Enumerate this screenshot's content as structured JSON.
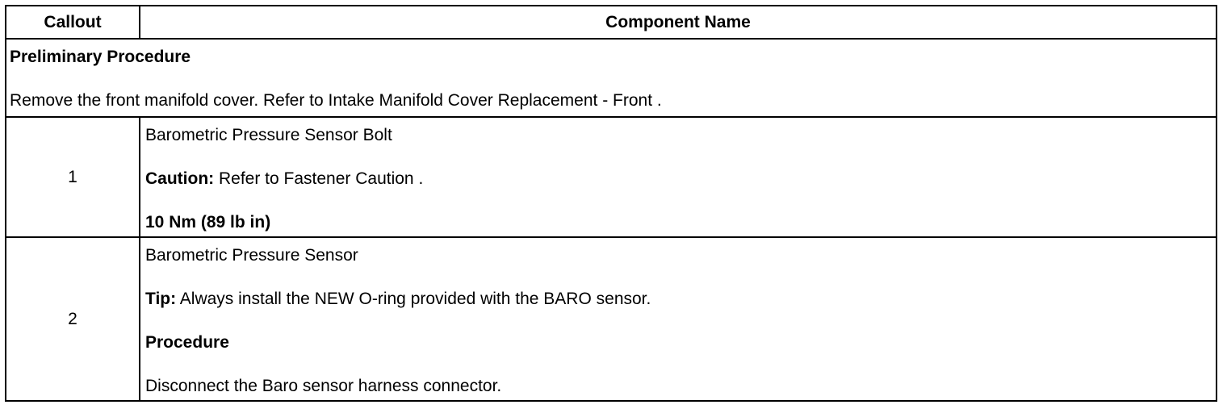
{
  "header": {
    "callout": "Callout",
    "component_name": "Component Name"
  },
  "preliminary": {
    "title": "Preliminary Procedure",
    "text": "Remove the front manifold cover. Refer to Intake Manifold Cover Replacement - Front ."
  },
  "rows": [
    {
      "callout": "1",
      "name": "Barometric Pressure Sensor Bolt",
      "caution_label": "Caution:",
      "caution_text": " Refer to Fastener Caution .",
      "torque": "10 Nm (89 lb in)"
    },
    {
      "callout": "2",
      "name": "Barometric Pressure Sensor",
      "tip_label": "Tip:",
      "tip_text": " Always install the NEW O-ring provided with the BARO sensor.",
      "procedure_label": "Procedure",
      "procedure_text": "Disconnect the Baro sensor harness connector."
    }
  ]
}
